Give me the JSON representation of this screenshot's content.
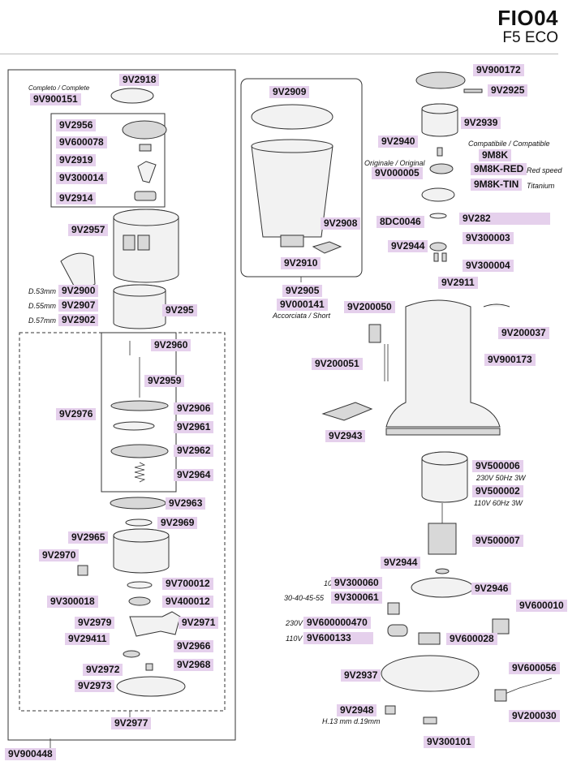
{
  "header": {
    "model": "FIO04",
    "subtitle": "F5 ECO"
  },
  "codes": {
    "c9V2918": "9V2918",
    "c9V900151": "9V900151",
    "c9V2956": "9V2956",
    "c9V600078": "9V600078",
    "c9V2919": "9V2919",
    "c9V300014": "9V300014",
    "c9V2914": "9V2914",
    "c9V2957": "9V2957",
    "c9V2900": "9V2900",
    "c9V2907": "9V2907",
    "c9V2902": "9V2902",
    "c9V295": "9V295",
    "c9V2960": "9V2960",
    "c9V2959": "9V2959",
    "c9V2976": "9V2976",
    "c9V2906": "9V2906",
    "c9V2961": "9V2961",
    "c9V2962": "9V2962",
    "c9V2964": "9V2964",
    "c9V2963": "9V2963",
    "c9V2969": "9V2969",
    "c9V2965": "9V2965",
    "c9V2970": "9V2970",
    "c9V700012": "9V700012",
    "c9V300018": "9V300018",
    "c9V400012": "9V400012",
    "c9V2979": "9V2979",
    "c9V2971": "9V2971",
    "c9V29411": "9V29411",
    "c9V2966": "9V2966",
    "c9V2972": "9V2972",
    "c9V2968": "9V2968",
    "c9V2973": "9V2973",
    "c9V2977": "9V2977",
    "c9V900448": "9V900448",
    "c9V2909": "9V2909",
    "c9V2908": "9V2908",
    "c9V2910": "9V2910",
    "c9V2905": "9V2905",
    "c9V000141": "9V000141",
    "c9V900172": "9V900172",
    "c9V2925": "9V2925",
    "c9V2939": "9V2939",
    "c9V2940": "9V2940",
    "c9M8K": "9M8K",
    "c9V000005": "9V000005",
    "c9M8KRED": "9M8K-RED",
    "c9M8KTIN": "9M8K-TIN",
    "c9V282": "9V282",
    "c8DC0046": "8DC0046",
    "c9V300003": "9V300003",
    "c9V2944a": "9V2944",
    "c9V300004": "9V300004",
    "c9V2911": "9V2911",
    "c9V200050": "9V200050",
    "c9V200037": "9V200037",
    "c9V200051": "9V200051",
    "c9V900173": "9V900173",
    "c9V2943": "9V2943",
    "c9V500006": "9V500006",
    "c9V500002": "9V500002",
    "c9V500007": "9V500007",
    "c9V2944b": "9V2944",
    "c9V300060": "9V300060",
    "c9V2946": "9V2946",
    "c9V300061": "9V300061",
    "c9V600010": "9V600010",
    "c9V600000470": "9V600000470",
    "c9V600133": "9V600133",
    "c9V600028": "9V600028",
    "c9V2937": "9V2937",
    "c9V600056": "9V600056",
    "c9V2948": "9V2948",
    "c9V200030": "9V200030",
    "c9V300101": "9V300101"
  },
  "notes": {
    "complete": "Completo / Complete",
    "d53": "D.53mm",
    "d55": "D.55mm",
    "d57": "D.57mm",
    "short": "Accorciata / Short",
    "compatible": "Compatibile / Compatible",
    "original": "Originale / Original",
    "red_speed": "Red speed",
    "titanium": "Titanium",
    "v230_50": "230V 50Hz 3W",
    "v110_60": "110V 60Hz 3W",
    "n10": "10",
    "n3055": "30-40-45-55",
    "v230": "230V",
    "v110": "110V",
    "hd": "H.13 mm d.19mm"
  }
}
